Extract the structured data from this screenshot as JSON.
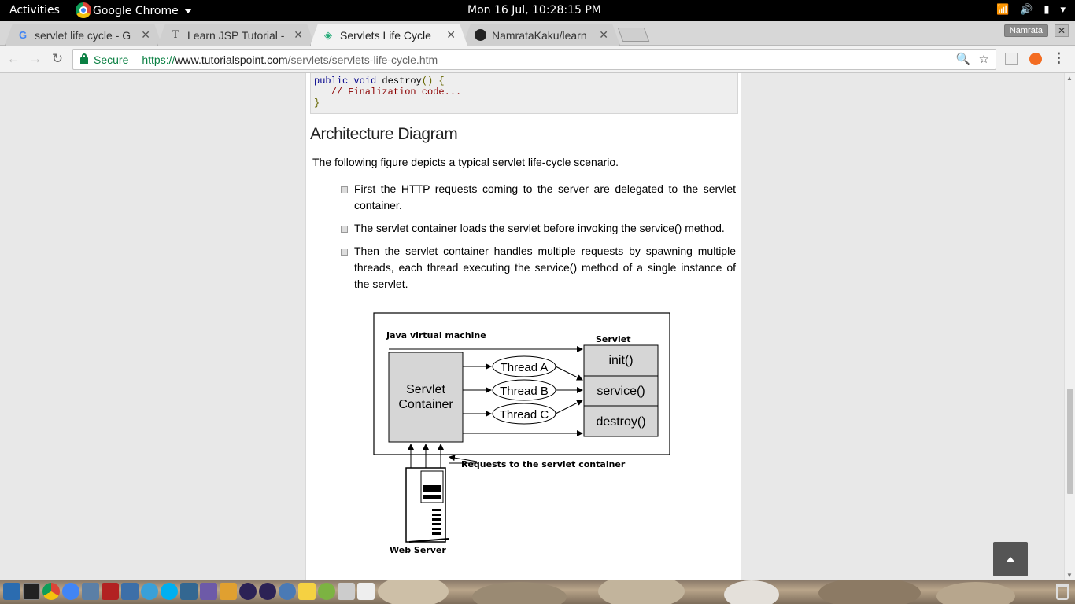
{
  "topbar": {
    "activities": "Activities",
    "app_name": "Google Chrome",
    "clock": "Mon 16 Jul, 10:28:15 PM"
  },
  "tabs": [
    {
      "title": "servlet life cycle - G",
      "favicon": "google-g-icon",
      "active": false
    },
    {
      "title": "Learn JSP Tutorial - ",
      "favicon": "tutorialspoint-t-icon",
      "active": false
    },
    {
      "title": "Servlets Life Cycle",
      "favicon": "tutorialspoint-diamond-icon",
      "active": true
    },
    {
      "title": "NamrataKaku/learn",
      "favicon": "github-icon",
      "active": false
    }
  ],
  "profile_name": "Namrata",
  "toolbar": {
    "secure_label": "Secure",
    "url_scheme": "https://",
    "url_host": "www.tutorialspoint.com",
    "url_path": "/servlets/servlets-life-cycle.htm"
  },
  "page": {
    "code_lines": [
      "public void destroy() {",
      "   // Finalization code...",
      "}"
    ],
    "heading": "Architecture Diagram",
    "intro": "The following figure depicts a typical servlet life-cycle scenario.",
    "bullets": [
      "First the HTTP requests coming to the server are delegated to the servlet container.",
      "The servlet container loads the servlet before invoking the service() method.",
      "Then the servlet container handles multiple requests by spawning multiple threads, each thread executing the service() method of a single instance of the servlet."
    ],
    "diagram": {
      "jvm_label": "Java virtual machine",
      "servlet_label": "Servlet",
      "container_line1": "Servlet",
      "container_line2": "Container",
      "threads": [
        "Thread A",
        "Thread B",
        "Thread C"
      ],
      "methods": [
        "init()",
        "service()",
        "destroy()"
      ],
      "requests_label": "Requests to the servlet container",
      "web_server_label": "Web Server"
    }
  },
  "colors": {
    "secure_green": "#0b8043",
    "topbar_bg": "#000000",
    "diagram_fill": "#d6d6d6"
  }
}
